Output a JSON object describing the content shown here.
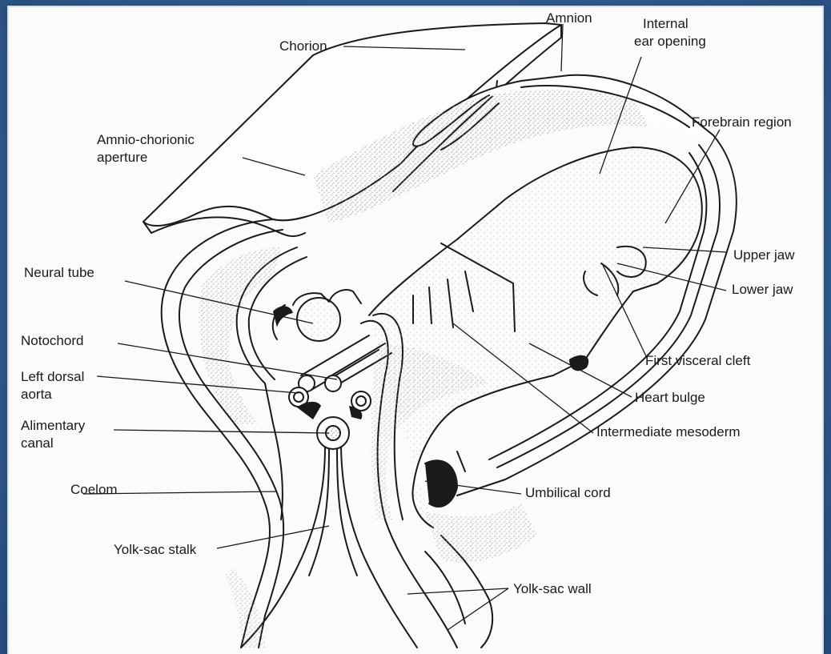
{
  "colors": {
    "background": "#2f5f95",
    "panel": "#fbfbf9",
    "ink": "#1a1a1a",
    "stipple": "#9a9a9a"
  },
  "labels": {
    "chorion": "Chorion",
    "amnion": "Amnion",
    "internal_ear_opening_line1": "Internal",
    "internal_ear_opening_line2": "ear opening",
    "forebrain_region": "Forebrain region",
    "amnio_chorionic_line1": "Amnio-chorionic",
    "amnio_chorionic_line2": "aperture",
    "neural_tube": "Neural tube",
    "upper_jaw": "Upper jaw",
    "lower_jaw": "Lower jaw",
    "notochord": "Notochord",
    "first_visceral_cleft": "First visceral cleft",
    "left_dorsal_aorta_line1": "Left dorsal",
    "left_dorsal_aorta_line2": "aorta",
    "heart_bulge": "Heart bulge",
    "alimentary_canal_line1": "Alimentary",
    "alimentary_canal_line2": "canal",
    "intermediate_mesoderm": "Intermediate mesoderm",
    "coelom": "Coelom",
    "umbilical_cord": "Umbilical cord",
    "yolk_sac_stalk": "Yolk-sac stalk",
    "yolk_sac_wall": "Yolk-sac wall"
  }
}
